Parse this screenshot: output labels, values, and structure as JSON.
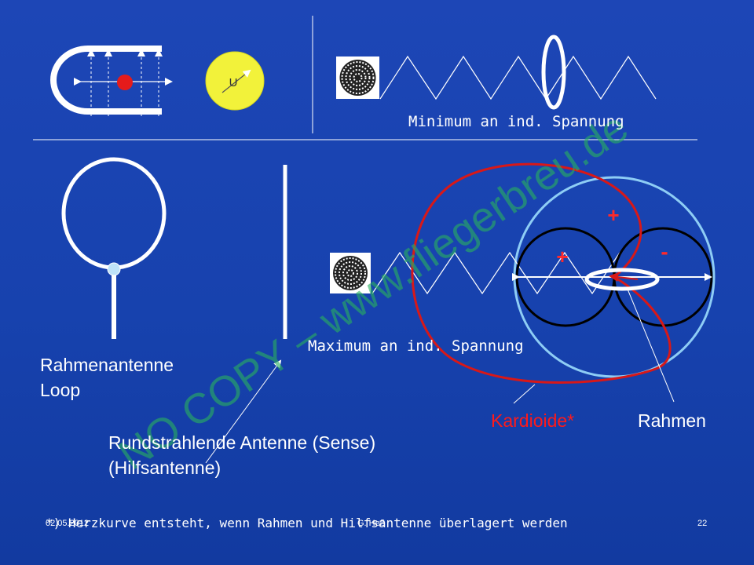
{
  "labels": {
    "minimum": "Minimum an ind. Spannung",
    "maximum": "Maximum an ind. Spannung",
    "rahmen_line1": "Rahmenantenne",
    "rahmen_line2": "Loop",
    "sense_line1": "Rundstrahlende Antenne (Sense)",
    "sense_line2": "(Hilfsantenne)",
    "kardioide": "Kardioide*",
    "rahmen": "Rahmen",
    "plus_top": "+",
    "plus_left": "+",
    "minus_right": "-",
    "voltage_symbol": "U"
  },
  "footnote": "*) Herzkurve entsteht, wenn Rahmen und Hilfsantenne überlagert werden",
  "footer": {
    "date": "02.05.2012",
    "center": "G. Heß",
    "page": "22"
  },
  "watermark": "NO COPY – www.fliegerbreu.de",
  "icons": {
    "beacon": "ndb-beacon-icon",
    "voltmeter": "voltage-meter-icon"
  },
  "colors": {
    "background": "#1742ae",
    "line": "#ffffff",
    "cardioid": "#d81818",
    "big_circle": "#8ecdf5",
    "lobes": "#000000",
    "meter": "#f2f23a",
    "dot": "#e51b1b",
    "watermark": "#2aa860"
  }
}
